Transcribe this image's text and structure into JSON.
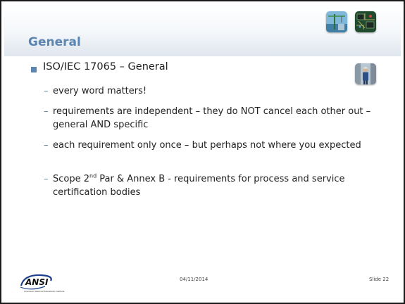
{
  "slide": {
    "title": "General",
    "bullet": "ISO/IEC 17065 – General",
    "sub_items": [
      {
        "dash": "–",
        "text": "every word matters!"
      },
      {
        "dash": "–",
        "text": "requirements are independent – they do NOT cancel each other out – general AND specific"
      },
      {
        "dash": "–",
        "text": "each requirement only once – but perhaps not where you expected"
      },
      {
        "dash": "–",
        "text_pre": "Scope 2",
        "text_sup": "nd",
        "text_post": " Par & Annex B - requirements for process and service certification bodies"
      }
    ],
    "logo": {
      "name": "ANSI",
      "tagline": "American National Standards Institute"
    },
    "footer_date": "04/11/2014",
    "footer_slide": "Slide 22",
    "accent_color": "#5b86b3"
  }
}
